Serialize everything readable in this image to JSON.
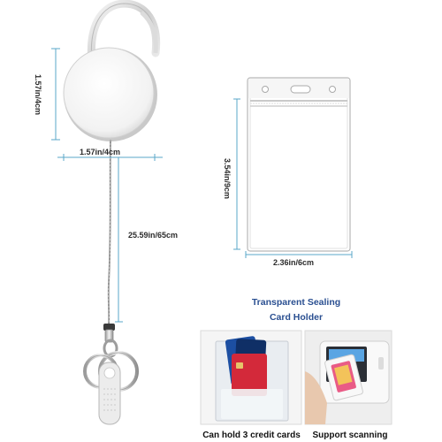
{
  "reel": {
    "diameter_label": "1.57in/4cm",
    "width_label": "1.57in/4cm",
    "cord_label": "25.59in/65cm"
  },
  "holder": {
    "height_label": "3.54in/9cm",
    "width_label": "2.36in/6cm",
    "title_line1": "Transparent Sealing",
    "title_line2": "Card Holder"
  },
  "photos": {
    "left_caption": "Can hold 3 credit cards",
    "right_caption": "Support scanning"
  },
  "colors": {
    "dimension_line": "#5aa7c9",
    "title_blue": "#2a4f91"
  }
}
